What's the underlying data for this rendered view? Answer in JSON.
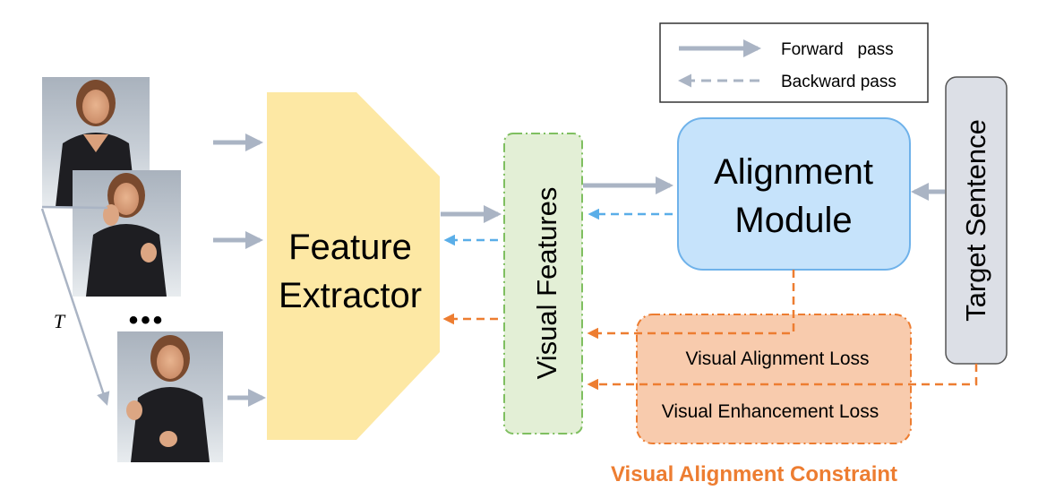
{
  "legend": {
    "forward_label": "Forward   pass",
    "backward_label": "Backward pass"
  },
  "frames": {
    "time_label": "T",
    "ellipsis": "•••"
  },
  "feature_extractor": {
    "label_line1": "Feature",
    "label_line2": "Extractor"
  },
  "visual_features": {
    "label": "Visual Features"
  },
  "alignment_module": {
    "label_line1": "Alignment",
    "label_line2": "Module"
  },
  "target_sentence": {
    "label": "Target Sentence"
  },
  "losses": {
    "alignment_loss": "Visual Alignment Loss",
    "enhancement_loss": "Visual Enhancement Loss"
  },
  "constraint_title": "Visual Alignment Constraint",
  "colors": {
    "forward_arrow": "#aab4c4",
    "backward_arrow": "#5aaee8",
    "constraint_arrow": "#ed7d31",
    "extractor_fill": "#fde8a4",
    "features_fill": "#e3efd6",
    "features_border": "#7fbf60",
    "module_fill": "#c6e3fb",
    "module_border": "#6fb2ea",
    "target_fill": "#dcdfe6",
    "loss_fill": "#f8cbad",
    "constraint_text": "#ed7d31"
  }
}
